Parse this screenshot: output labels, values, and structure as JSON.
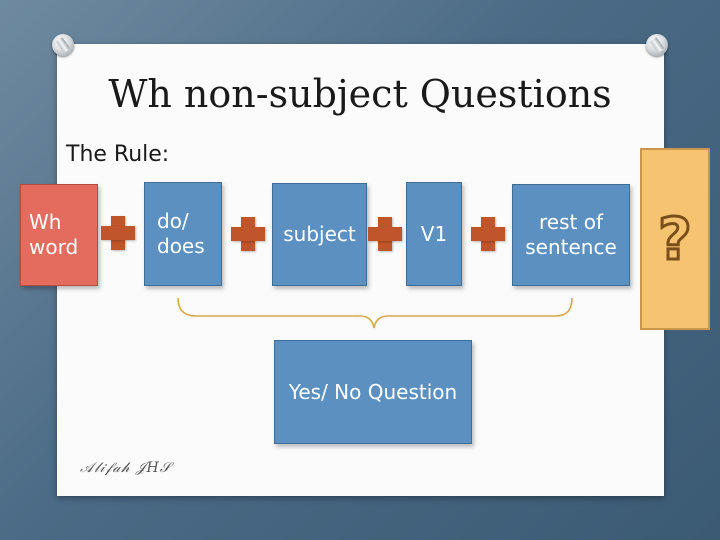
{
  "slide": {
    "title": "Wh non-subject Questions",
    "rule_label": "The Rule:",
    "signature": "Alifah JHS"
  },
  "formula": {
    "boxes": [
      {
        "id": "wh-word",
        "text": "Wh\nword",
        "color": "#e46c5f"
      },
      {
        "id": "do-does",
        "text": "do/\ndoes",
        "color": "#5b90c0"
      },
      {
        "id": "subject",
        "text": "subject",
        "color": "#5b90c0"
      },
      {
        "id": "v1",
        "text": "V1",
        "color": "#5b90c0"
      },
      {
        "id": "rest-of-sentence",
        "text": "rest of\nsentence",
        "color": "#5b90c0"
      }
    ],
    "operator": "plus",
    "operator_color": "#c0542a"
  },
  "result": {
    "text": "Yes/ No Question",
    "color": "#5b90c0"
  },
  "question_box": {
    "symbol": "?",
    "color": "#f6c470"
  },
  "theme": {
    "background": "#4a6a85",
    "slide": "#fbfbfb",
    "brace": "#d9a84a"
  }
}
